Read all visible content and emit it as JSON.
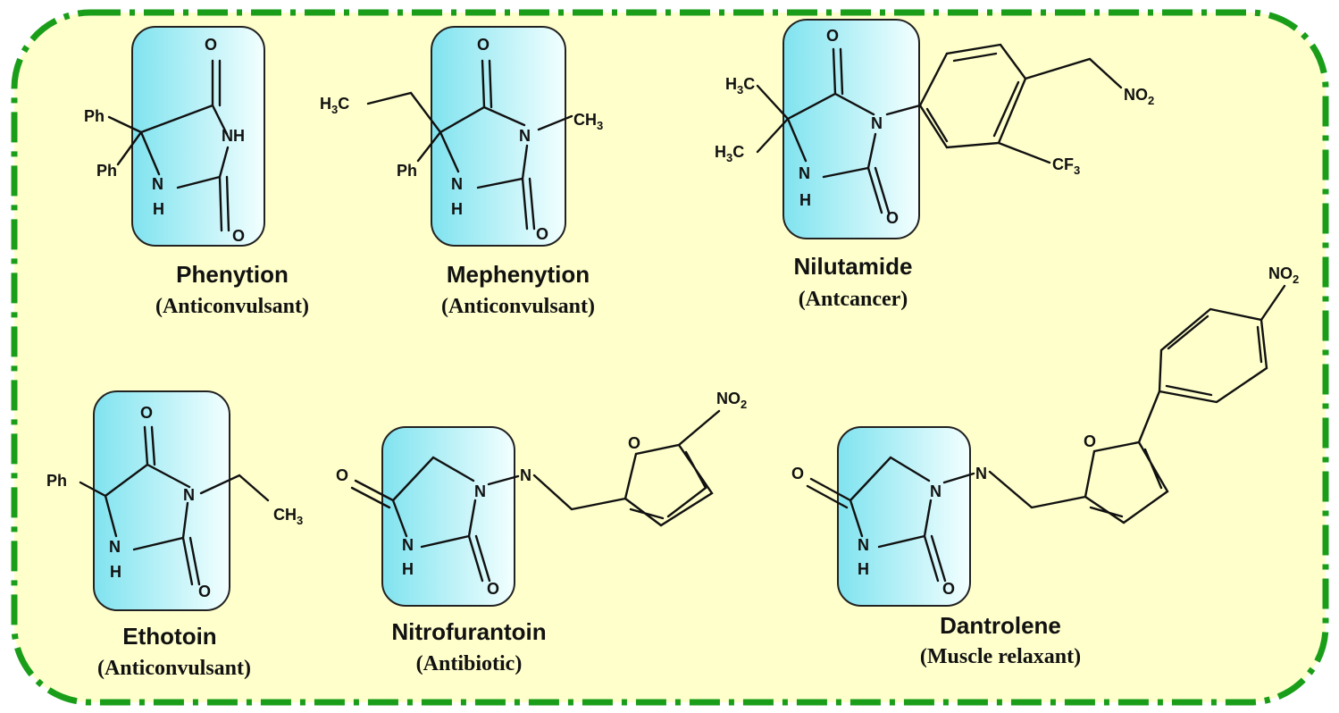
{
  "colors": {
    "background": "#ffffcc",
    "border": "#1a9e1a",
    "highlight_start": "#7fe3ef",
    "highlight_end": "#f3ffff"
  },
  "compounds": [
    {
      "name": "Phenytion",
      "use": "(Anticonvulsant)"
    },
    {
      "name": "Mephenytion",
      "use": "(Anticonvulsant)"
    },
    {
      "name": "Nilutamide",
      "use": "(Antcancer)"
    },
    {
      "name": "Ethotoin",
      "use": "(Anticonvulsant)"
    },
    {
      "name": "Nitrofurantoin",
      "use": "(Antibiotic)"
    },
    {
      "name": "Dantrolene",
      "use": "(Muscle relaxant)"
    }
  ],
  "atoms": {
    "O": "O",
    "N": "N",
    "NH": "NH",
    "H": "H",
    "Ph": "Ph",
    "H3C_main": "H",
    "H3C_sub": "3",
    "H3C_tail": "C",
    "CH3_main": "CH",
    "CH3_sub": "3",
    "NO2_main": "NO",
    "NO2_sub": "2",
    "CF3_main": "CF",
    "CF3_sub": "3"
  }
}
